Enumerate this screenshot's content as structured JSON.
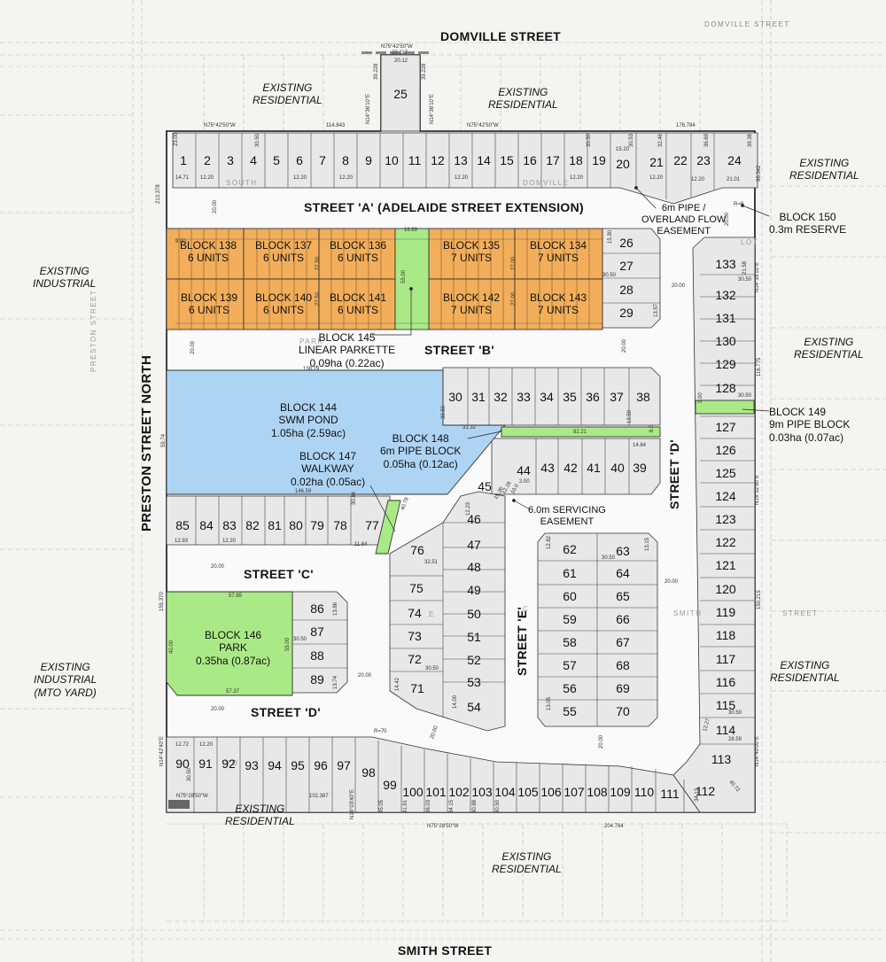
{
  "streets": {
    "domville": "DOMVILLE STREET",
    "domville_faint": "DOMVILLE STREET",
    "street_a": "STREET 'A' (ADELAIDE STREET EXTENSION)",
    "street_b": "STREET 'B'",
    "street_c": "STREET 'C'",
    "street_d_south": "STREET 'D'",
    "street_d_east": "STREET 'D'",
    "street_e": "STREET 'E'",
    "preston_north": "PRESTON STREET NORTH",
    "preston_faint": "PRESTON STREET",
    "smith": "SMITH STREET",
    "faint_street": "STREET",
    "faint_smith": "SMITH",
    "faint_south": "SOUTH",
    "faint_lot": "LOT",
    "faint_domville": "DOMVILLE",
    "faint_park": "PARK",
    "faint_e": "E",
    "faint_c": "C",
    "faint_vo": "V O"
  },
  "context": {
    "res_nw": "EXISTING\nRESIDENTIAL",
    "res_n": "EXISTING\nRESIDENTIAL",
    "res_ne": "EXISTING\nRESIDENTIAL",
    "ind_w": "EXISTING\nINDUSTRIAL",
    "res_e": "EXISTING\nRESIDENTIAL",
    "ind_mto": "EXISTING\nINDUSTRIAL\n(MTO YARD)",
    "res_se": "EXISTING\nRESIDENTIAL",
    "res_sw": "EXISTING\nRESIDENTIAL",
    "res_s": "EXISTING\nRESIDENTIAL"
  },
  "blocks": {
    "b138": "BLOCK 138\n6 UNITS",
    "b137": "BLOCK 137\n6 UNITS",
    "b136": "BLOCK 136\n6 UNITS",
    "b135": "BLOCK 135\n7 UNITS",
    "b134": "BLOCK 134\n7 UNITS",
    "b139": "BLOCK 139\n6 UNITS",
    "b140": "BLOCK 140\n6 UNITS",
    "b141": "BLOCK 141\n6 UNITS",
    "b142": "BLOCK 142\n7 UNITS",
    "b143": "BLOCK 143\n7 UNITS",
    "b144": "BLOCK 144\nSWM POND\n1.05ha (2.59ac)",
    "b145": "BLOCK 145\nLINEAR PARKETTE\n0.09ha (0.22ac)",
    "b146": "BLOCK 146\nPARK\n0.35ha (0.87ac)",
    "b147": "BLOCK 147\nWALKWAY\n0.02ha (0.05ac)",
    "b148": "BLOCK 148\n6m PIPE BLOCK\n0.05ha (0.12ac)",
    "b149": "BLOCK 149\n9m PIPE BLOCK\n0.03ha (0.07ac)",
    "b150": "BLOCK 150\n0.3m RESERVE",
    "pipe_easement": "6m PIPE /\nOVERLAND FLOW\nEASEMENT",
    "servicing_easement": "6.0m SERVICING\nEASEMENT"
  },
  "dims": {
    "d_n75a": "N75°42'50\"W",
    "d_20_12": "20.12",
    "d_20_117": "20.117",
    "d_39_228a": "39.228",
    "d_39_228b": "39.228",
    "d_n14a": "N14°36'10\"E",
    "d_n14b": "N14°36'10\"E",
    "d_n75b": "N75°42'50\"W",
    "d_114_843": "114.843",
    "d_n75c": "N75°42'50\"W",
    "d_176_784": "176.784",
    "d_23_00": "23.00",
    "d_30_50a": "30.50",
    "d_30_50b": "30.50",
    "d_30_53": "30.53",
    "d_32_46": "32.46",
    "d_36_69": "36.69",
    "d_39_38": "39.38",
    "d_14_71": "14.71",
    "d_12_20a": "12.20",
    "d_12_20b": "12.20",
    "d_12_20c": "12.20",
    "d_12_20d": "12.20",
    "d_12_20e": "12.20",
    "d_12_20f": "12.20",
    "d_15_20": "15.20",
    "d_21_01": "21.01",
    "d_12_20g": "12.20",
    "d_213_378": "213.378",
    "d_20_00a": "20.00",
    "d_20_00b": "20.00",
    "d_96_542": "96.542",
    "d_16_89": "16.89",
    "d_55_00": "55.00",
    "d_27_50a": "27.50",
    "d_27_50b": "27.50",
    "d_27_00a": "27.00",
    "d_27_00b": "27.00",
    "d_15_30": "15.30",
    "d_30_50c": "30.50",
    "d_13_57": "13.57",
    "d_21_58": "21.58",
    "d_30_50d": "30.50",
    "d_116_775": "116.775",
    "d_20_00c": "20.00",
    "d_20_00d": "20.00",
    "d_20_00e": "20.00",
    "d_138_29": "138.29",
    "d_9_00": "9.00",
    "d_30_50e": "30.50",
    "d_9_00b": "9.00",
    "d_59_74": "59.74",
    "d_31_32": "31.32",
    "d_82_21": "82.21",
    "d_6_0": "6.0",
    "d_14_64": "14.64",
    "d_146_59": "146.59",
    "d_30_84": "30.84",
    "d_40_78": "40.78",
    "d_12_93": "12.93",
    "d_12_20h": "12.20",
    "d_11_84": "11.84",
    "d_32_51": "32.51",
    "d_20_00f": "20.00",
    "d_57_85": "57.85",
    "d_40_00": "40.00",
    "d_55_00b": "55.00",
    "d_57_37": "57.37",
    "d_13_86": "13.86",
    "d_13_74": "13.74",
    "d_30_50f": "30.50",
    "d_20_00g": "20.00",
    "d_155_370": "155.370",
    "d_20_00h": "20.00",
    "d_14_42": "14.42",
    "d_14_00": "14.00",
    "d_30_50g": "30.50",
    "d_12_82": "12.82",
    "d_13_15": "13.15",
    "d_13_05": "13.05",
    "d_30_50h": "30.50",
    "d_20_00i": "20.00",
    "d_20_00j": "20.00",
    "d_150_215": "150.215",
    "d_20_00k": "20.00",
    "d_28_59": "28.59",
    "d_30_50i": "30.50",
    "d_12_27": "12.27",
    "d_40_72": "40.72",
    "d_34_13": "34.13",
    "d_n14c": "N14°40'00\"E",
    "d_n14d": "N14°42'40\"E",
    "d_12_72": "12.72",
    "d_12_20i": "12.20",
    "d_r70": "R=70",
    "d_r8": "R=8",
    "d_30_50j": "30.50",
    "d_n75d": "N75°28'50\"W",
    "d_102_387": "102.387",
    "d_n14e": "N14°03'40\"E",
    "d_45_05": "45.05",
    "d_41_91": "41.91",
    "d_38_03": "38.03",
    "d_34_15": "34.15",
    "d_30_88": "30.88",
    "d_30_50k": "30.50",
    "d_n75e": "N75°28'50\"W",
    "d_204_784": "204.784",
    "d_15_36": "15.36",
    "d_12_28": "12.28",
    "d_12_23": "12.23",
    "d_10_0": "10.0",
    "d_2_00": "2.00",
    "d_n14f": "N14°35'10\"E",
    "d_n15": "N15°32'50\"E",
    "d_13_59": "13.59",
    "d_30_50l": "30.50"
  },
  "lots": [
    {
      "n": "1"
    },
    {
      "n": "2"
    },
    {
      "n": "3"
    },
    {
      "n": "4"
    },
    {
      "n": "5"
    },
    {
      "n": "6"
    },
    {
      "n": "7"
    },
    {
      "n": "8"
    },
    {
      "n": "9"
    },
    {
      "n": "10"
    },
    {
      "n": "11"
    },
    {
      "n": "12"
    },
    {
      "n": "13"
    },
    {
      "n": "14"
    },
    {
      "n": "15"
    },
    {
      "n": "16"
    },
    {
      "n": "17"
    },
    {
      "n": "18"
    },
    {
      "n": "19"
    },
    {
      "n": "20"
    },
    {
      "n": "21"
    },
    {
      "n": "22"
    },
    {
      "n": "23"
    },
    {
      "n": "24"
    },
    {
      "n": "25"
    },
    {
      "n": "26"
    },
    {
      "n": "27"
    },
    {
      "n": "28"
    },
    {
      "n": "29"
    },
    {
      "n": "30"
    },
    {
      "n": "31"
    },
    {
      "n": "32"
    },
    {
      "n": "33"
    },
    {
      "n": "34"
    },
    {
      "n": "35"
    },
    {
      "n": "36"
    },
    {
      "n": "37"
    },
    {
      "n": "38"
    },
    {
      "n": "39"
    },
    {
      "n": "40"
    },
    {
      "n": "41"
    },
    {
      "n": "42"
    },
    {
      "n": "43"
    },
    {
      "n": "44"
    },
    {
      "n": "45"
    },
    {
      "n": "46"
    },
    {
      "n": "47"
    },
    {
      "n": "48"
    },
    {
      "n": "49"
    },
    {
      "n": "50"
    },
    {
      "n": "51"
    },
    {
      "n": "52"
    },
    {
      "n": "53"
    },
    {
      "n": "54"
    },
    {
      "n": "55"
    },
    {
      "n": "56"
    },
    {
      "n": "57"
    },
    {
      "n": "58"
    },
    {
      "n": "59"
    },
    {
      "n": "60"
    },
    {
      "n": "61"
    },
    {
      "n": "62"
    },
    {
      "n": "63"
    },
    {
      "n": "64"
    },
    {
      "n": "65"
    },
    {
      "n": "66"
    },
    {
      "n": "67"
    },
    {
      "n": "68"
    },
    {
      "n": "69"
    },
    {
      "n": "70"
    },
    {
      "n": "71"
    },
    {
      "n": "72"
    },
    {
      "n": "73"
    },
    {
      "n": "74"
    },
    {
      "n": "75"
    },
    {
      "n": "76"
    },
    {
      "n": "77"
    },
    {
      "n": "78"
    },
    {
      "n": "79"
    },
    {
      "n": "80"
    },
    {
      "n": "81"
    },
    {
      "n": "82"
    },
    {
      "n": "83"
    },
    {
      "n": "84"
    },
    {
      "n": "85"
    },
    {
      "n": "86"
    },
    {
      "n": "87"
    },
    {
      "n": "88"
    },
    {
      "n": "89"
    },
    {
      "n": "90"
    },
    {
      "n": "91"
    },
    {
      "n": "92"
    },
    {
      "n": "93"
    },
    {
      "n": "94"
    },
    {
      "n": "95"
    },
    {
      "n": "96"
    },
    {
      "n": "97"
    },
    {
      "n": "98"
    },
    {
      "n": "99"
    },
    {
      "n": "100"
    },
    {
      "n": "101"
    },
    {
      "n": "102"
    },
    {
      "n": "103"
    },
    {
      "n": "104"
    },
    {
      "n": "105"
    },
    {
      "n": "106"
    },
    {
      "n": "107"
    },
    {
      "n": "108"
    },
    {
      "n": "109"
    },
    {
      "n": "110"
    },
    {
      "n": "111"
    },
    {
      "n": "112"
    },
    {
      "n": "113"
    },
    {
      "n": "114"
    },
    {
      "n": "115"
    },
    {
      "n": "116"
    },
    {
      "n": "117"
    },
    {
      "n": "118"
    },
    {
      "n": "119"
    },
    {
      "n": "120"
    },
    {
      "n": "121"
    },
    {
      "n": "122"
    },
    {
      "n": "123"
    },
    {
      "n": "124"
    },
    {
      "n": "125"
    },
    {
      "n": "126"
    },
    {
      "n": "127"
    },
    {
      "n": "128"
    },
    {
      "n": "129"
    },
    {
      "n": "130"
    },
    {
      "n": "131"
    },
    {
      "n": "132"
    },
    {
      "n": "133"
    }
  ],
  "colors": {
    "orange": "#f2ae5a",
    "blue": "#aed4f3",
    "green": "#a9ea86",
    "lot_fill": "#e8e8e8",
    "road_fill": "#f7f7f7",
    "line": "#222222"
  }
}
